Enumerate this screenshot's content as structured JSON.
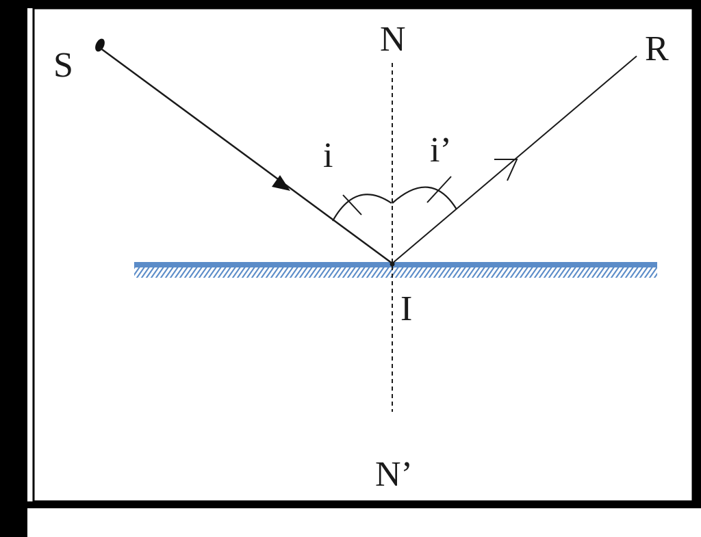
{
  "diagram": {
    "labels": {
      "source": "S",
      "normal_top": "N",
      "reflected": "R",
      "incidence_angle": "i",
      "reflection_angle": "i’",
      "point": "I",
      "normal_bottom": "N’"
    },
    "colors": {
      "frame": "#000000",
      "mirror": "#5b8cc8",
      "ray": "#1a1a1a"
    },
    "icons": {
      "mirror": "mirror-hatch",
      "arrow": "arrow-head"
    }
  }
}
